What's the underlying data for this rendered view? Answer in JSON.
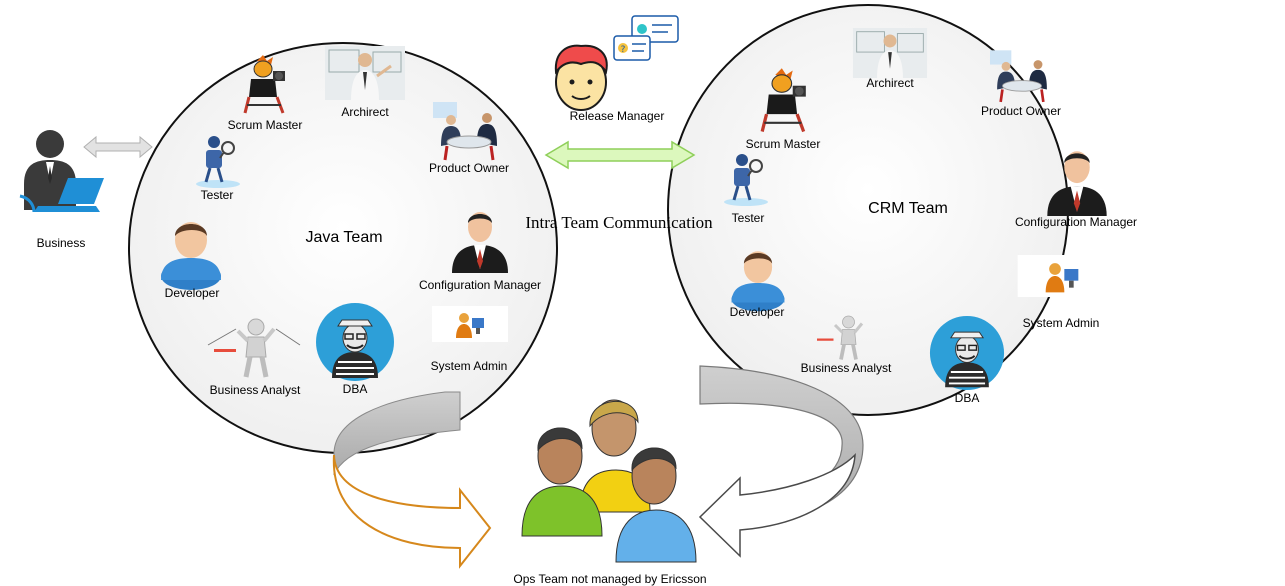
{
  "colors": {
    "circle_stroke": "#111111",
    "circle_fill": "#f6f6f6",
    "arrow_green": "#d9f7b5",
    "arrow_green_stroke": "#8fcf5a",
    "arrow_gray": "#dcdcdc",
    "curve_gray": "#c9c9c9",
    "curve_orange_stroke": "#d6881c"
  },
  "left_team": {
    "title": "Java Team",
    "roles": {
      "scrum_master": "Scrum Master",
      "architect": "Archirect",
      "tester": "Tester",
      "product_owner": "Product Owner",
      "developer": "Developer",
      "configuration_manager": "Configuration Manager",
      "business_analyst": "Business Analyst",
      "dba": "DBA",
      "system_admin": "System Admin"
    }
  },
  "right_team": {
    "title": "CRM Team",
    "roles": {
      "scrum_master": "Scrum Master",
      "architect": "Archirect",
      "tester": "Tester",
      "product_owner": "Product Owner",
      "developer": "Developer",
      "configuration_manager": "Configuration Manager",
      "business_analyst": "Business Analyst",
      "dba": "DBA",
      "system_admin": "System Admin"
    }
  },
  "business": {
    "label": "Business"
  },
  "release_manager": {
    "label": "Release Manager"
  },
  "intra_team": {
    "label": "Intra Team Communication"
  },
  "ops_team": {
    "label": "Ops Team not managed by Ericsson"
  },
  "icons": [
    "person-laptop-icon",
    "release-manager-face-icon",
    "chat-bubbles-icon",
    "scrum-master-icon",
    "architect-icon",
    "tester-robot-icon",
    "meeting-icon",
    "developer-icon",
    "configuration-manager-icon",
    "business-analyst-icon",
    "dba-icon",
    "system-admin-icon",
    "ops-team-people-icon"
  ]
}
